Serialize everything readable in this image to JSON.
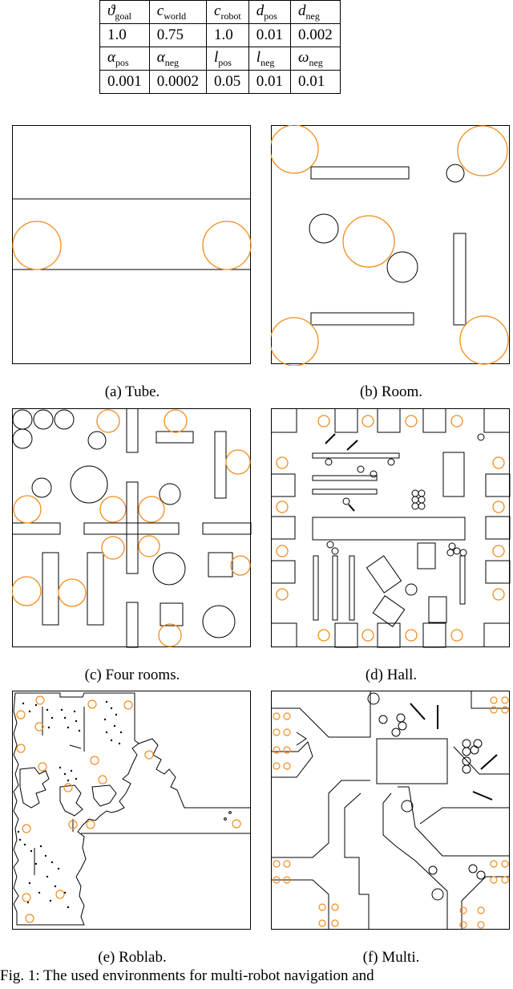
{
  "table": {
    "header1": [
      {
        "sym": "ϑ",
        "sub": "goal"
      },
      {
        "sym": "c",
        "sub": "world"
      },
      {
        "sym": "c",
        "sub": "robot"
      },
      {
        "sym": "d",
        "sub": "pos"
      },
      {
        "sym": "d",
        "sub": "neg"
      }
    ],
    "values1": [
      "1.0",
      "0.75",
      "1.0",
      "0.01",
      "0.002"
    ],
    "header2": [
      {
        "sym": "α",
        "sub": "pos"
      },
      {
        "sym": "α",
        "sub": "neg"
      },
      {
        "sym": "l",
        "sub": "pos"
      },
      {
        "sym": "l",
        "sub": "neg"
      },
      {
        "sym": "ω",
        "sub": "neg"
      }
    ],
    "values2": [
      "0.001",
      "0.0002",
      "0.05",
      "0.01",
      "0.01"
    ]
  },
  "captions": {
    "a": "(a) Tube.",
    "b": "(b) Room.",
    "c": "(c) Four rooms.",
    "d": "(d) Hall.",
    "e": "(e) Roblab.",
    "f": "(f) Multi."
  },
  "figure_caption": "Fig. 1: The used environments for multi-robot navigation and",
  "colors": {
    "goal": "#f28c1e",
    "obstacle": "#000000"
  }
}
